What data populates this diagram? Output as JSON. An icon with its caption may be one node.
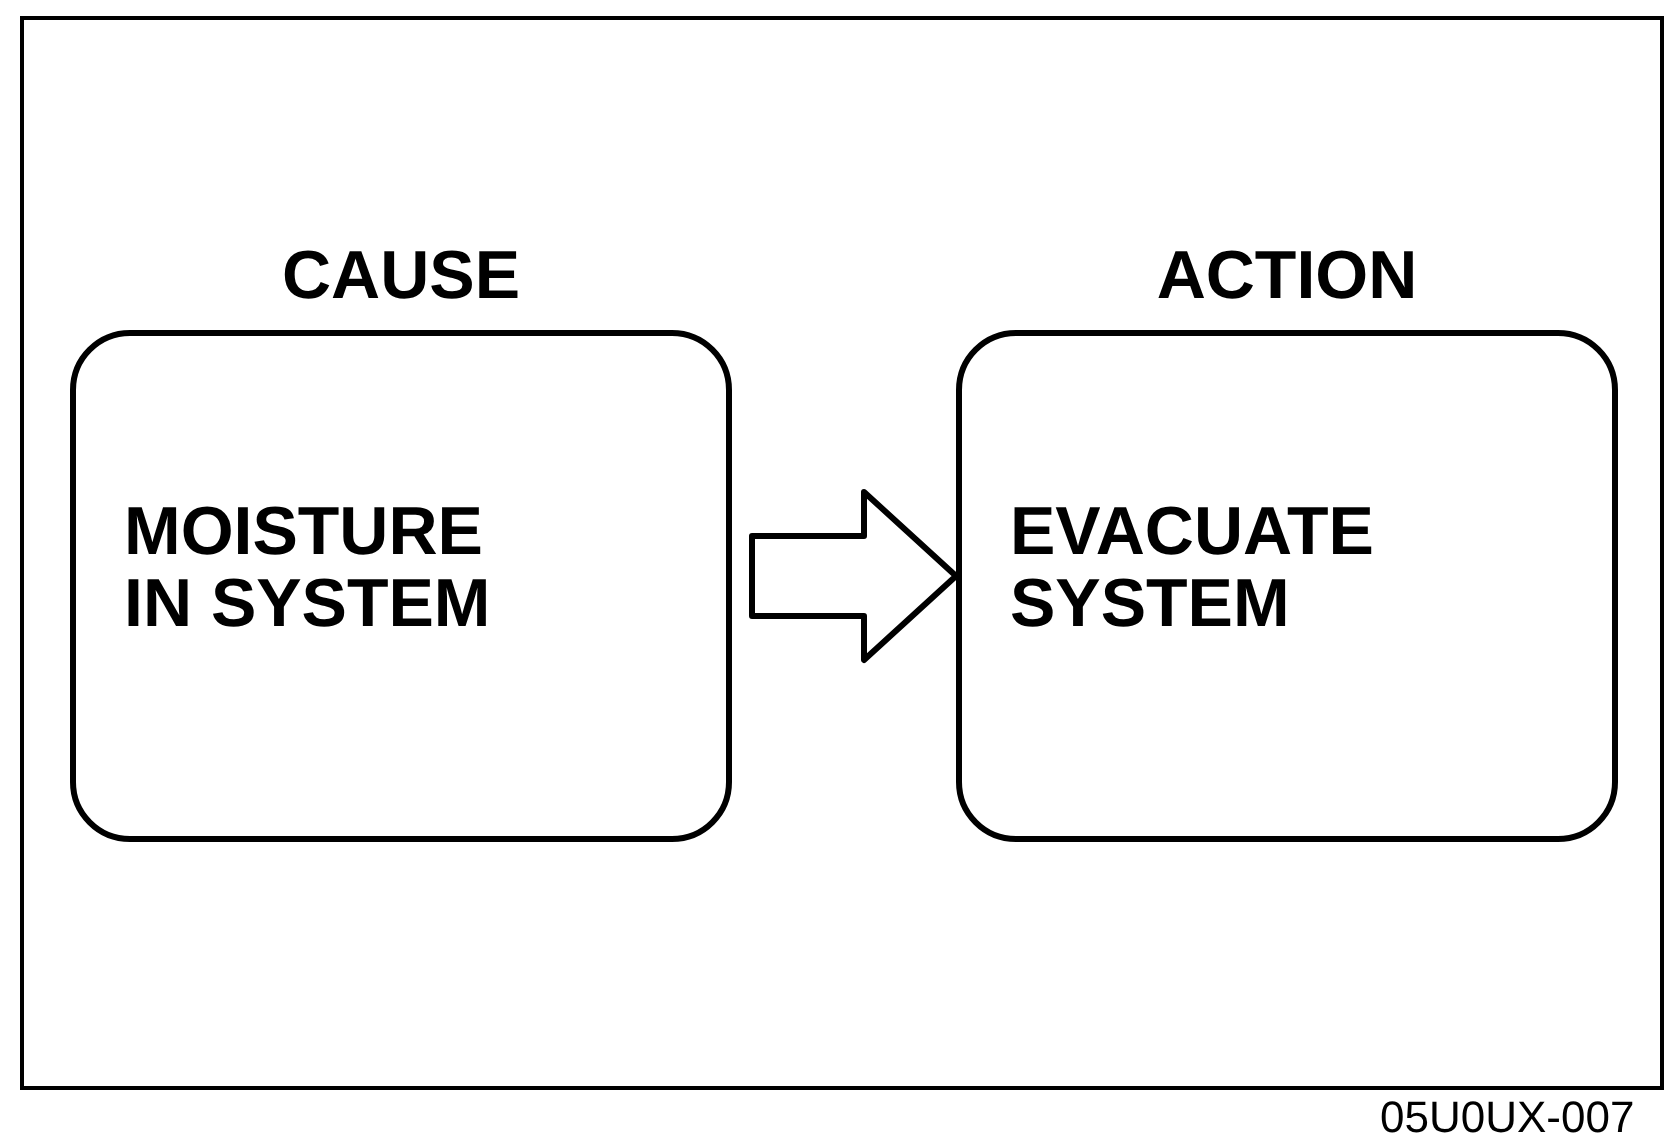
{
  "diagram": {
    "nodes": [
      {
        "text": [
          "CAUSE",
          "MOISTURE IN SYSTEM"
        ]
      },
      {
        "text": [
          "ACTION",
          "EVACUATE SYSTEM"
        ]
      }
    ],
    "edges": [
      {
        "from": 0,
        "to": 1,
        "arrow": "to"
      }
    ],
    "labels": [
      "05U0UX-007"
    ]
  }
}
